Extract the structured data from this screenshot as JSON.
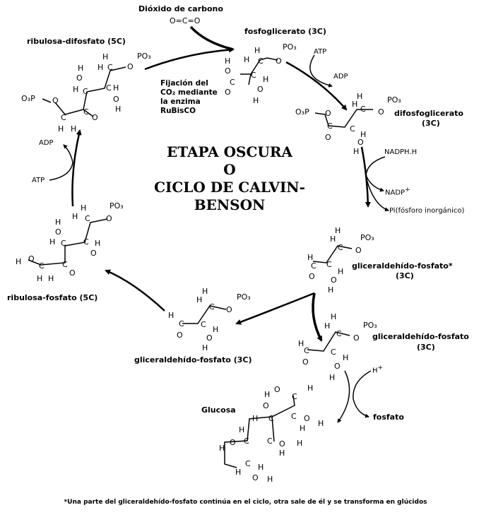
{
  "title": {
    "lines": [
      "ETAPA OSCURA",
      "O",
      "CICLO DE CALVIN-",
      "BENSON"
    ]
  },
  "molecules": {
    "co2": {
      "label": "Dióxido de carbono",
      "formula": "O=C=O"
    },
    "ribulosa_difosfato": {
      "label": "ribulosa-difosfato (5C)"
    },
    "fosfoglicerato": {
      "label": "fosfoglicerato (3C)"
    },
    "difosfoglicerato": {
      "label": "difosfoglicerato",
      "carbons": "(3C)"
    },
    "gliceraldehido_fosfato_star": {
      "label": "gliceraldehído-fosfato*",
      "carbons": "(3C)"
    },
    "gliceraldehido_fosfato_right": {
      "label": "gliceraldehído-fosfato",
      "carbons": "(3C)"
    },
    "gliceraldehido_fosfato_left": {
      "label": "gliceraldehído-fosfato (3C)"
    },
    "ribulosa_fosfato": {
      "label": "ribulosa-fosfato (5C)"
    },
    "glucosa": {
      "label": "Glucosa"
    }
  },
  "annotations": {
    "fixation": [
      "Fijación del",
      "CO₂ mediante",
      "la enzima",
      "RuBisCO"
    ],
    "atp_top": "ATP",
    "adp_top": "ADP",
    "nadph": "NADPH.H",
    "nadp": "NADP",
    "nadp_sup": "+",
    "pi": "Pi(fósforo inorgánico)",
    "h_plus": "H",
    "h_plus_sup": "+",
    "fosfato": "fosfato",
    "atp_left": "ATP",
    "adp_left": "ADP"
  },
  "footnote": "*Una parte del gliceraldehído-fosfato continúa en el ciclo, otra sale de él y se transforma en glúcidos"
}
